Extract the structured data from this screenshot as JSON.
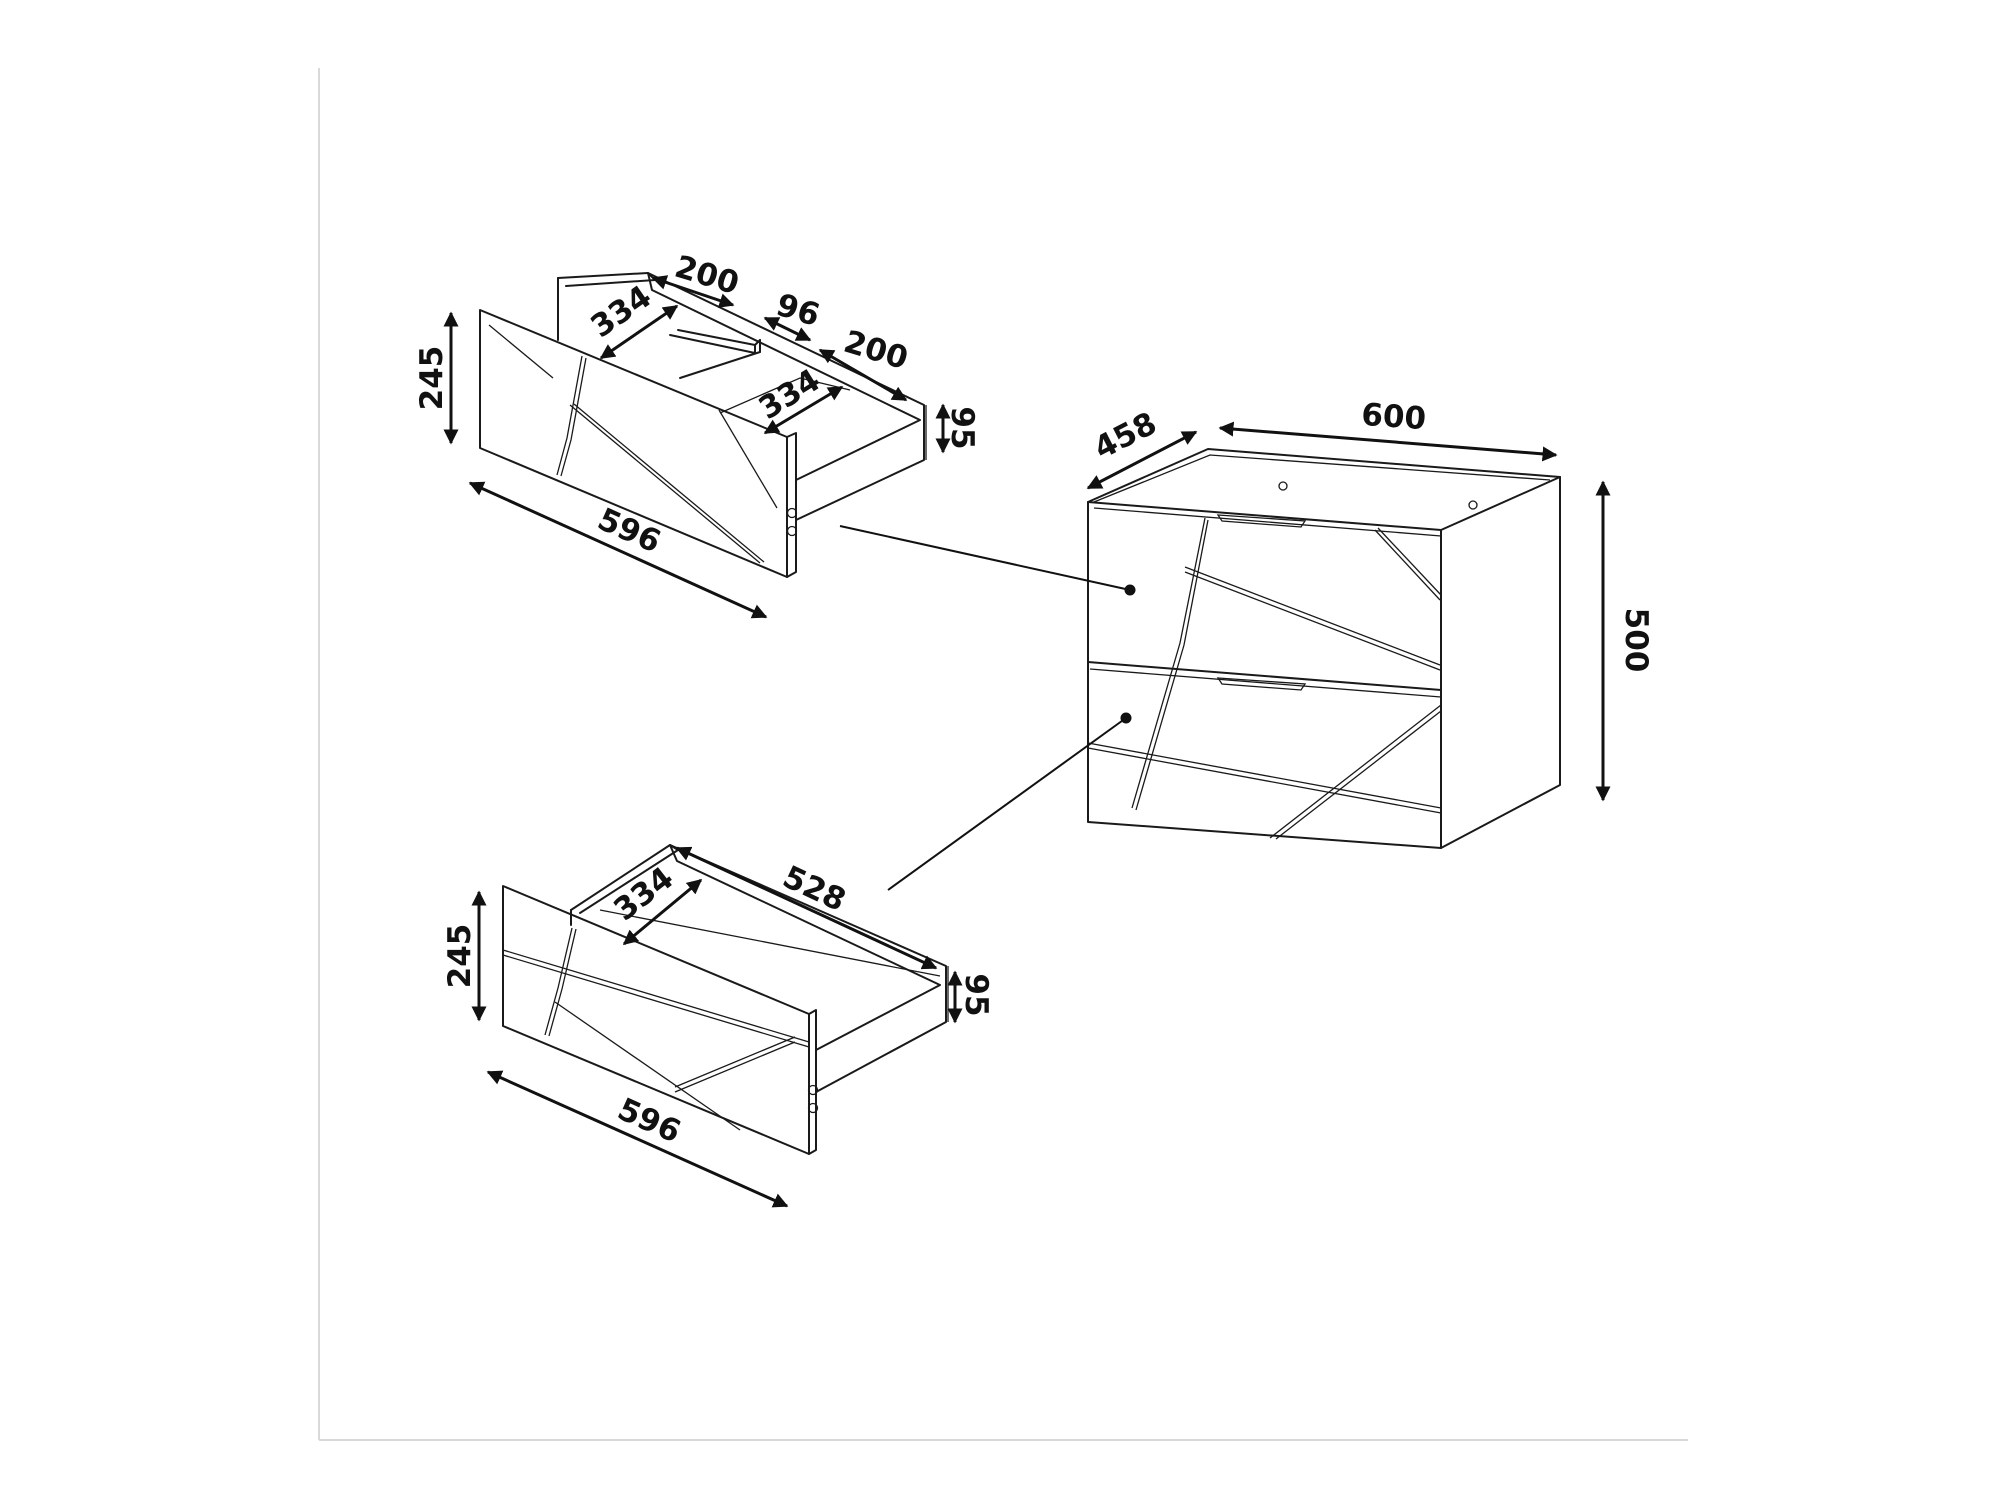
{
  "diagram": {
    "cabinet": {
      "width": "600",
      "depth": "458",
      "height": "500"
    },
    "top_drawer": {
      "width": "596",
      "height": "245",
      "side_height": "95",
      "compartments": [
        {
          "width": "200",
          "depth": "334"
        },
        {
          "width": "200",
          "depth": "334"
        }
      ],
      "divider_gap": "96"
    },
    "bottom_drawer": {
      "width": "596",
      "height": "245",
      "side_height": "95",
      "inner_length": "528",
      "inner_depth": "334"
    }
  },
  "colors": {
    "line": "#1a1a1a",
    "frame": "#d9d9d9",
    "background": "#ffffff"
  }
}
